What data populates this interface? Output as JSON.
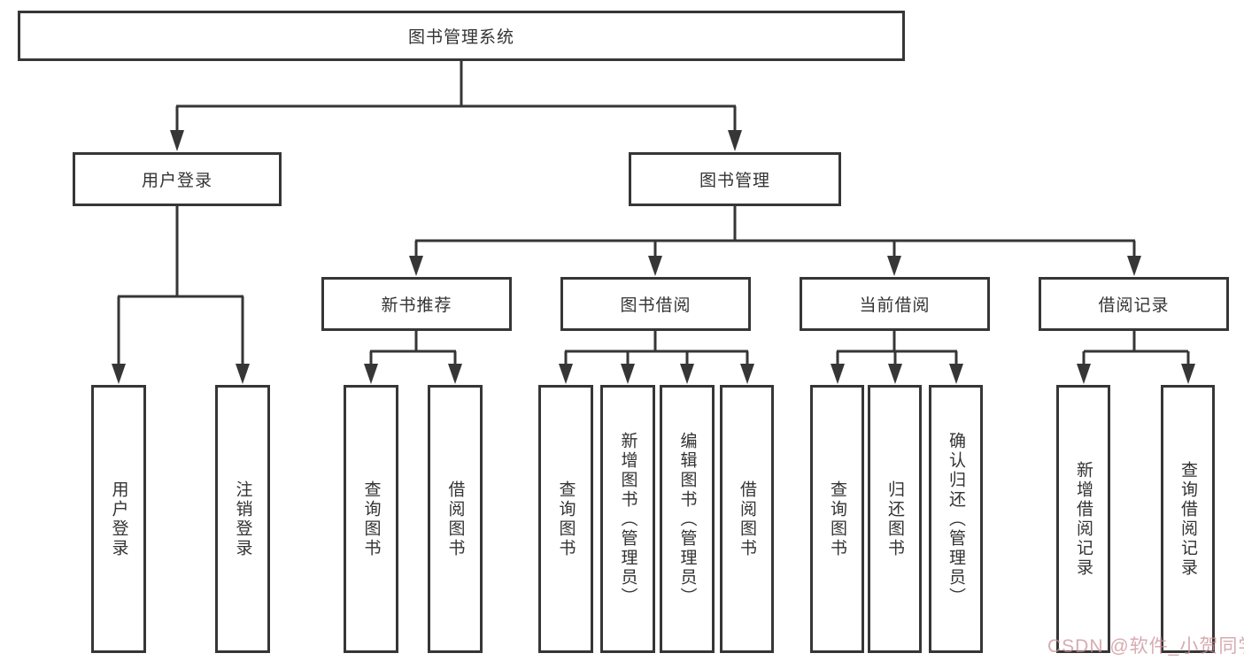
{
  "tree": {
    "label": "图书管理系统",
    "children": [
      {
        "label": "用户登录",
        "children": [
          {
            "label": "用户登录"
          },
          {
            "label": "注销登录"
          }
        ]
      },
      {
        "label": "图书管理",
        "children": [
          {
            "label": "新书推荐",
            "children": [
              {
                "label": "查询图书"
              },
              {
                "label": "借阅图书"
              }
            ]
          },
          {
            "label": "图书借阅",
            "children": [
              {
                "label": "查询图书"
              },
              {
                "label": "新增图书（管理员）"
              },
              {
                "label": "编辑图书（管理员）"
              },
              {
                "label": "借阅图书"
              }
            ]
          },
          {
            "label": "当前借阅",
            "children": [
              {
                "label": "查询图书"
              },
              {
                "label": "归还图书"
              },
              {
                "label": "确认归还（管理员）"
              }
            ]
          },
          {
            "label": "借阅记录",
            "children": [
              {
                "label": "新增借阅记录"
              },
              {
                "label": "查询借阅记录"
              }
            ]
          }
        ]
      }
    ]
  },
  "watermark": {
    "text": "CSDN @软件_小贺同学",
    "color": "#c98f97"
  },
  "colors": {
    "line": "#363636",
    "box_border": "#363636",
    "text": "#333333",
    "background": "#ffffff"
  }
}
